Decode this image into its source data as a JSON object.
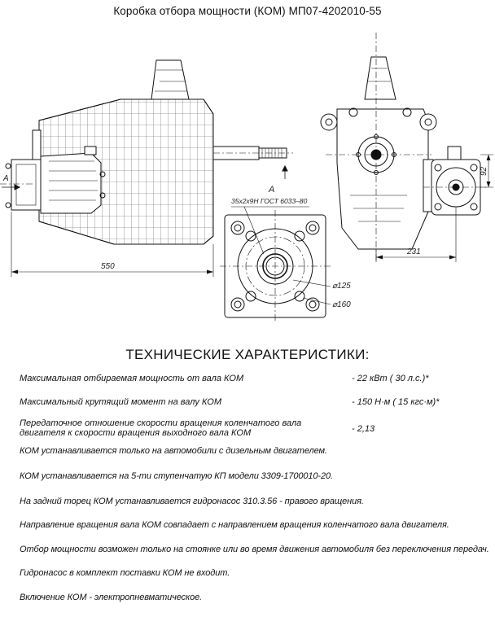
{
  "title": "Коробка отбора мощности (КОМ) МП07-4202010-55",
  "drawing": {
    "dimensions": {
      "overall_length": "550",
      "side_offset": "231",
      "height_offset": "92",
      "spline": "35х2х9Н ГОСТ 6033–80",
      "diameter_outer": "⌀160",
      "diameter_inner": "⌀125"
    },
    "section_label": "А",
    "arrow_label": "А"
  },
  "specs": {
    "heading": "ТЕХНИЧЕСКИЕ ХАРАКТЕРИСТИКИ:",
    "items": [
      {
        "label": "Максимальная отбираемая мощность от вала КОМ",
        "value": "-  22 кВт ( 30 л.с.)*"
      },
      {
        "label": "Максимальный крутящий момент на валу КОМ",
        "value": "-  150 Н·м ( 15 кгс·м)*"
      },
      {
        "label": "Передаточное отношение скорости вращения коленчатого вала двигателя к скорости вращения выходного вала КОМ",
        "value": "-  2,13"
      }
    ],
    "notes": [
      "КОМ устанавливается только на автомобили с дизельным двигателем.",
      "КОМ  устанавливается  на  5-ти ступенчатую КП модели  3309-1700010-20.",
      "На задний торец КОМ устанавливается гидронасос  310.3.56 - правого вращения.",
      "Направление вращения вала  КОМ  совпадает с направлением вращения коленчатого вала двигателя.",
      "Отбор мощности возможен только на стоянке или во время движения автомобиля без переключения передач.",
      "Гидронасос  в комплект поставки  КОМ  не входит.",
      "Включение КОМ - электропневматическое."
    ]
  }
}
